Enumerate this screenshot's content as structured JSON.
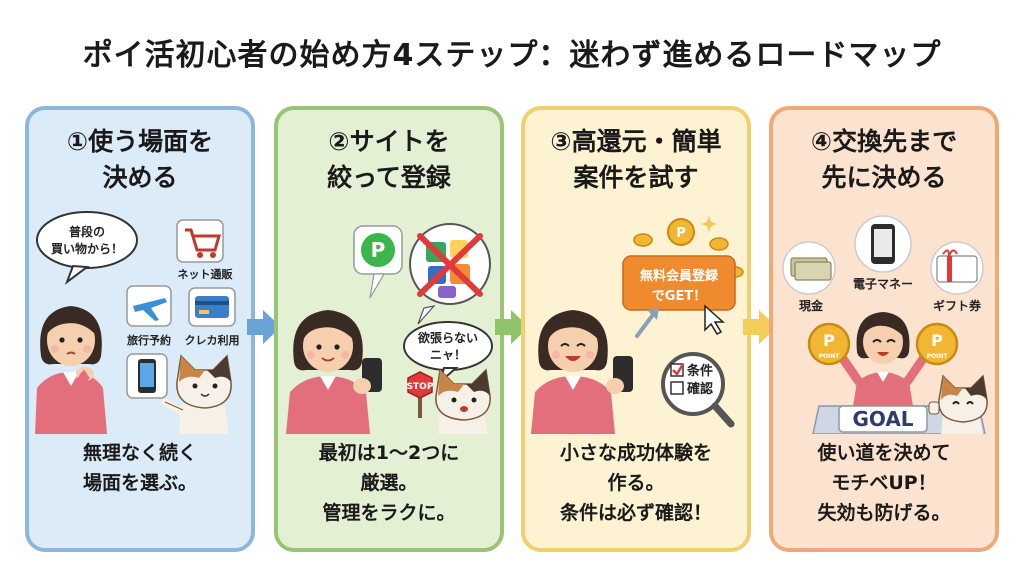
{
  "title": "ポイ活初心者の始め方4ステップ：迷わず進めるロードマップ",
  "steps": [
    {
      "heading": [
        "①使う場面を",
        "決める"
      ],
      "caption": [
        "無理なく続く",
        "場面を選ぶ。"
      ],
      "labels": {
        "bubble": [
          "普段の",
          "買い物から！"
        ],
        "net": "ネット通販",
        "travel": "旅行予約",
        "card": "クレカ利用"
      }
    },
    {
      "heading": [
        "②サイトを",
        "絞って登録"
      ],
      "caption": [
        "最初は1〜2つに",
        "厳選。",
        "管理をラクに。"
      ],
      "labels": {
        "cat_bubble": [
          "欲張らない",
          "ニャ！"
        ],
        "stop": "STOP",
        "app_letter": "P"
      }
    },
    {
      "heading": [
        "③高還元・簡単",
        "案件を試す"
      ],
      "caption": [
        "小さな成功体験を",
        "作る。",
        "条件は必ず確認！"
      ],
      "labels": {
        "offer": [
          "無料会員登録",
          "でGET！"
        ],
        "check1": "条件",
        "check2": "確認",
        "coin_letter": "P"
      }
    },
    {
      "heading": [
        "④交換先まで",
        "先に決める"
      ],
      "caption": [
        "使い道を決めて",
        "モチベUP！",
        "失効も防げる。"
      ],
      "labels": {
        "cash": "現金",
        "emoney": "電子マネー",
        "gift": "ギフト券",
        "goal": "GOAL",
        "coin_letter": "P",
        "coin_text": "POINT"
      }
    }
  ],
  "colors": {
    "card_blue": "#dcebf8",
    "card_green": "#e4f0d4",
    "card_yellow": "#fdf3d2",
    "card_orange": "#fbe3cf",
    "arrow_blue": "#6aa3d8",
    "arrow_green": "#8fc46a",
    "arrow_yellow": "#f3cd5a"
  }
}
